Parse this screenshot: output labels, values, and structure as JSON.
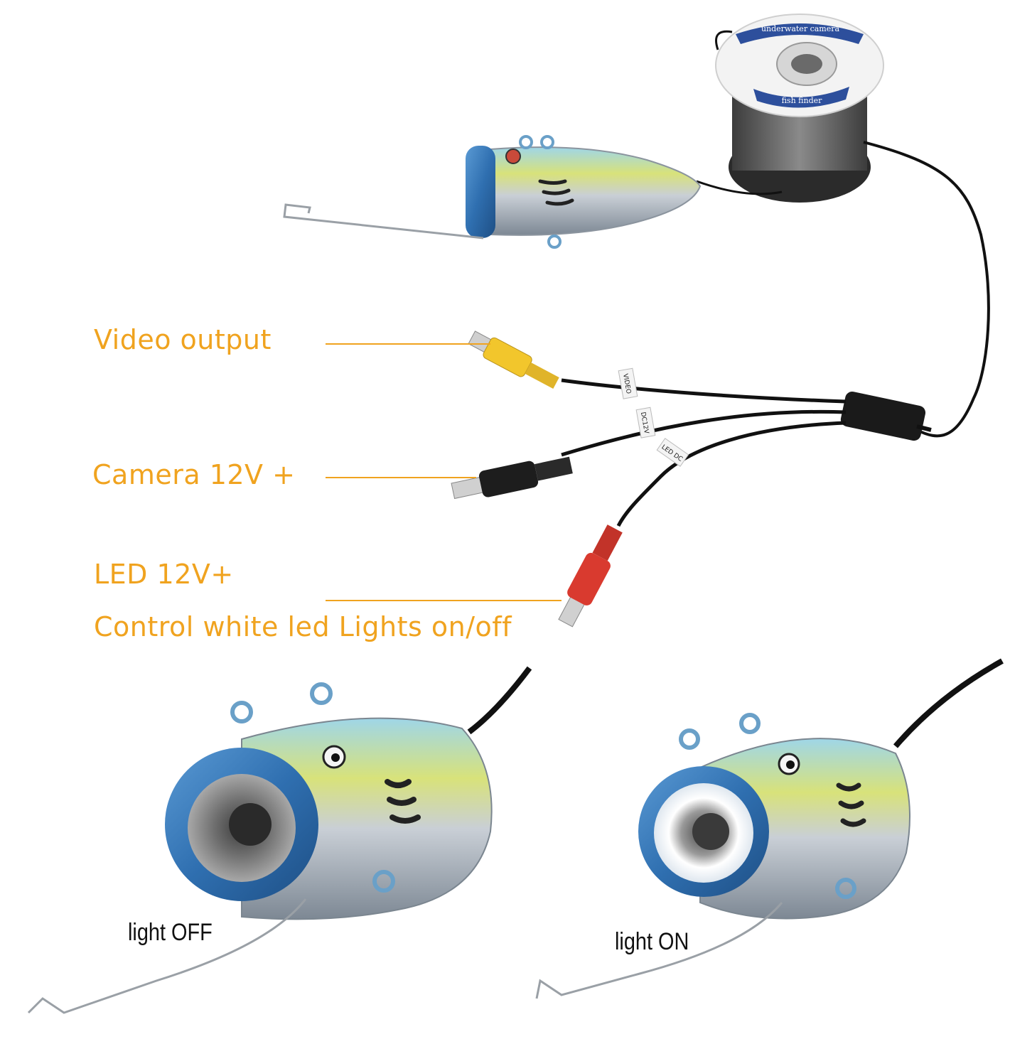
{
  "callouts": {
    "video_output": "Video output",
    "camera_power": "Camera 12V +",
    "led_power": "LED 12V+",
    "led_control": "Control white led Lights on/off"
  },
  "reel_label": {
    "top": "underwater camera",
    "bottom": "fish finder"
  },
  "cable_tags": {
    "video": "VIDEO",
    "camera": "DC12V",
    "led": "LED DC"
  },
  "photos": {
    "left_caption": "light OFF",
    "right_caption": "light ON"
  },
  "colors": {
    "callout_text": "#f0a31f",
    "camera_ring": "#2f6fb0",
    "video_plug": "#f2c62c",
    "led_plug": "#d93a2f"
  }
}
